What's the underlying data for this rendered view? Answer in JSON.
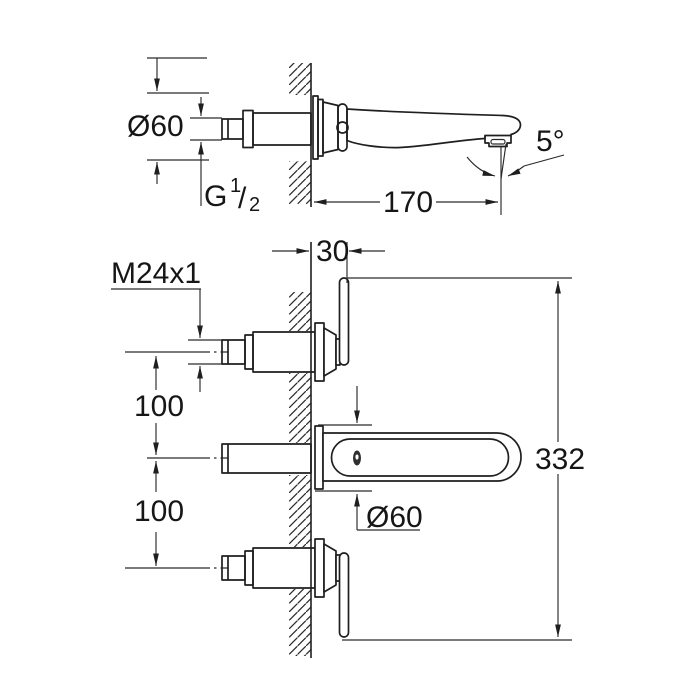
{
  "view_side": {
    "rosette_diameter": "Ø60",
    "thread_g": "G",
    "thread_num": "1",
    "thread_slash": "/",
    "thread_den": "2",
    "spout_reach": "170",
    "spray_angle": "5°"
  },
  "view_plan": {
    "valve_thread": "M24x1",
    "wall_projection": "30",
    "spacing_top": "100",
    "spacing_bottom": "100",
    "overall_length": "332",
    "spout_rosette_diameter": "Ø60"
  }
}
